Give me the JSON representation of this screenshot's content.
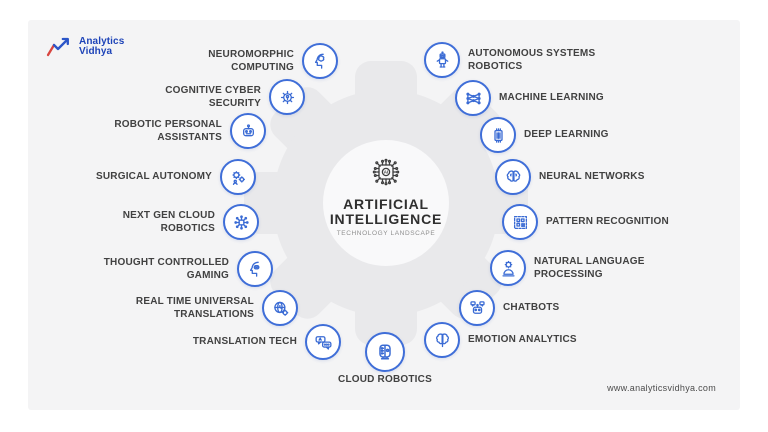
{
  "brand": {
    "line1": "Analytics",
    "line2": "Vidhya",
    "logo_icon": "trend-arrow-icon"
  },
  "center": {
    "icon": "ai-chip-icon",
    "title1": "ARTIFICIAL",
    "title2": "INTELLIGENCE",
    "subtitle": "TECHNOLOGY LANDSCAPE"
  },
  "footer": {
    "url": "www.analyticsvidhya.com"
  },
  "colors": {
    "accent_blue": "#3a6bd4",
    "logo_blue": "#1e44b8",
    "logo_red": "#d8453f",
    "text_dark": "#414141",
    "card_bg": "#f4f4f5",
    "gear_watermark": "#e9e9eb"
  },
  "items": [
    {
      "label": "NEUROMORPHIC COMPUTING",
      "icon": "head-brain-icon"
    },
    {
      "label": "COGNITIVE CYBER SECURITY",
      "icon": "virus-icon"
    },
    {
      "label": "ROBOTIC PERSONAL ASSISTANTS",
      "icon": "robot-face-icon"
    },
    {
      "label": "SURGICAL AUTONOMY",
      "icon": "gears-icon"
    },
    {
      "label": "NEXT GEN CLOUD ROBOTICS",
      "icon": "circuit-icon"
    },
    {
      "label": "THOUGHT CONTROLLED GAMING",
      "icon": "head-game-icon"
    },
    {
      "label": "REAL TIME UNIVERSAL TRANSLATIONS",
      "icon": "globe-time-icon"
    },
    {
      "label": "TRANSLATION TECH",
      "icon": "speech-bubbles-icon"
    },
    {
      "label": "CLOUD ROBOTICS",
      "icon": "robot-head-icon"
    },
    {
      "label": "EMOTION ANALYTICS",
      "icon": "brain-split-icon"
    },
    {
      "label": "CHATBOTS",
      "icon": "chat-bot-icon"
    },
    {
      "label": "NATURAL LANGUAGE PROCESSING",
      "icon": "person-gear-icon"
    },
    {
      "label": "PATTERN RECOGNITION",
      "icon": "grid-pattern-icon"
    },
    {
      "label": "NEURAL NETWORKS",
      "icon": "brain-icon"
    },
    {
      "label": "DEEP LEARNING",
      "icon": "chip-icon"
    },
    {
      "label": "MACHINE LEARNING",
      "icon": "network-icon"
    },
    {
      "label": "AUTONOMOUS SYSTEMS ROBOTICS",
      "icon": "robot-icon"
    }
  ]
}
